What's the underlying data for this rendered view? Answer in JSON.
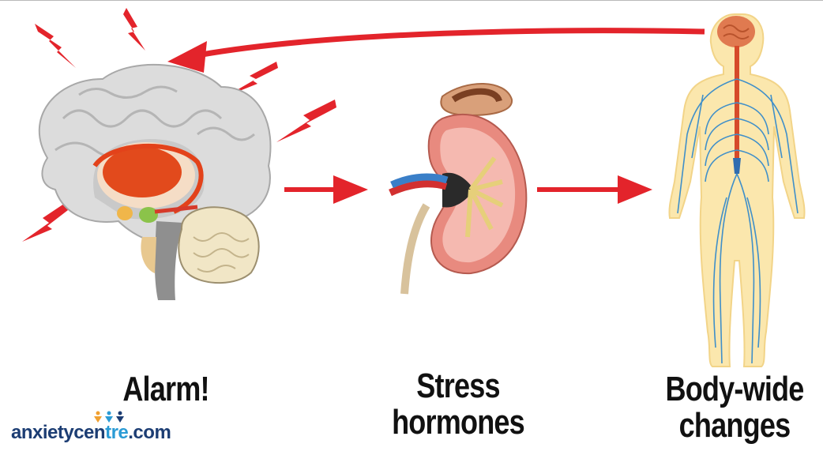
{
  "stages": {
    "alarm": "Alarm!",
    "stress_line1": "Stress",
    "stress_line2": "hormones",
    "body_line1": "Body-wide",
    "body_line2": "changes"
  },
  "logo": {
    "part1": "anxietycen",
    "part2": "tre",
    "part3": ".com"
  },
  "colors": {
    "arrow": "#e3242b",
    "lightning": "#e3242b",
    "brain": "#dcdcdc",
    "kidney": "#e88a7f",
    "nerves": "#3f8fc9",
    "body": "#fbe7ad",
    "logo_dark": "#1c3d73",
    "logo_light": "#2a9bd5"
  }
}
